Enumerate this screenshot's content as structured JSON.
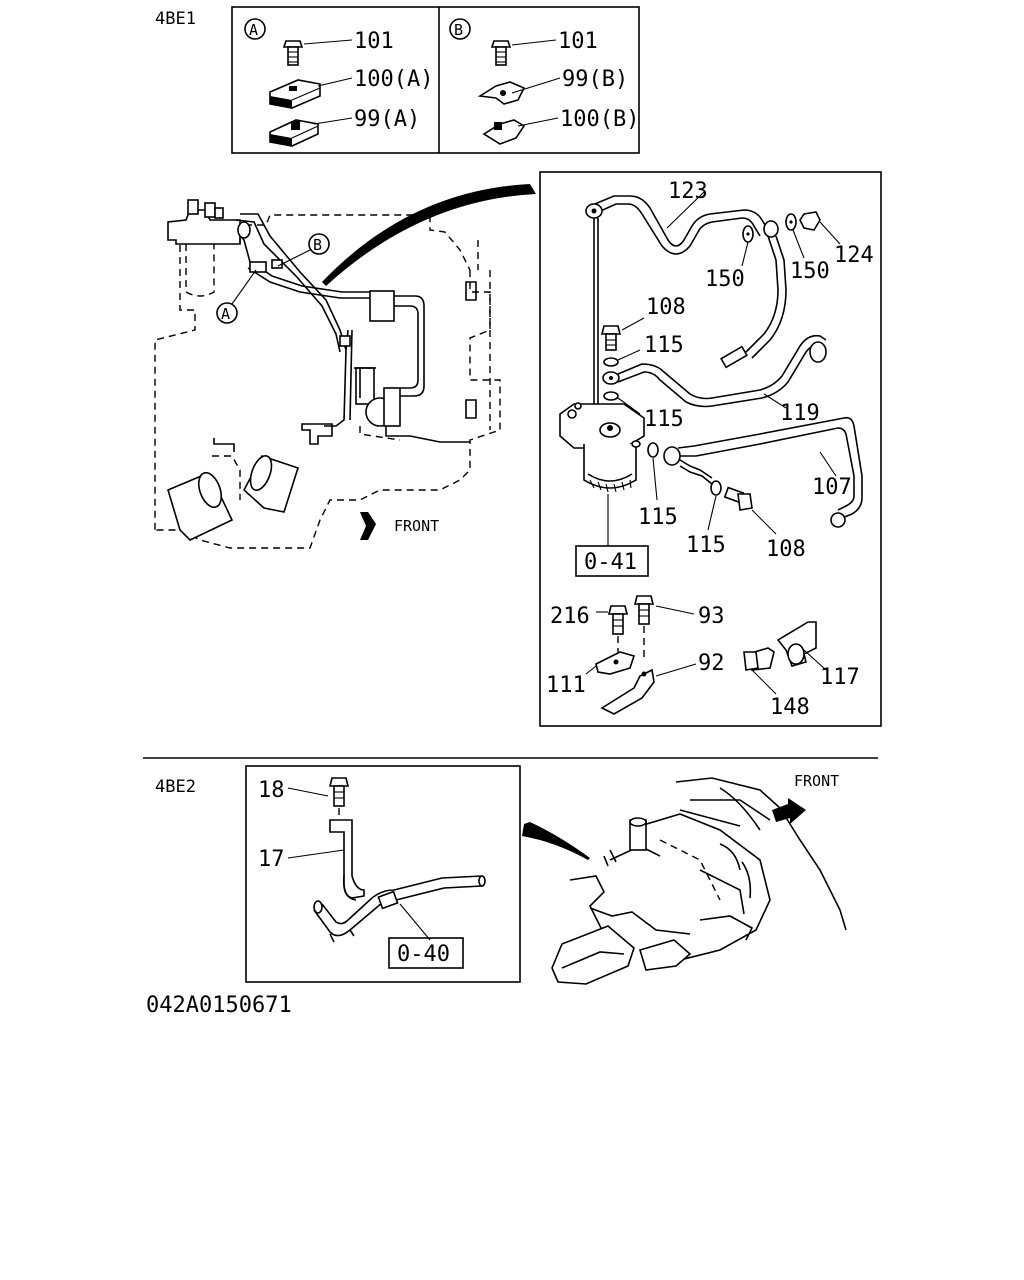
{
  "models": {
    "top": "4BE1",
    "bottom": "4BE2"
  },
  "detail_labels": {
    "a": "A",
    "b": "B"
  },
  "detail_a": {
    "bolt": "101",
    "clip": "100(A)",
    "bracket": "99(A)"
  },
  "detail_b": {
    "bolt": "101",
    "clip": "99(B)",
    "bracket": "100(B)"
  },
  "engine_top": {
    "front": "FRONT"
  },
  "filter_detail": {
    "pipe_123": "123",
    "washer_150a": "150",
    "washer_150b": "150",
    "bolt_124": "124",
    "bolt_108a": "108",
    "washer_115a": "115",
    "pipe_119": "119",
    "washer_115b": "115",
    "pipe_107": "107",
    "washer_115c": "115",
    "washer_115d": "115",
    "bolt_108b": "108",
    "ref_041": "0-41",
    "bolt_216": "216",
    "bolt_93": "93",
    "bracket_111": "111",
    "bracket_92": "92",
    "clamp_117": "117",
    "bolt_148": "148"
  },
  "bottom_detail": {
    "bolt_18": "18",
    "bracket_17": "17",
    "ref_040": "0-40"
  },
  "engine_bottom": {
    "front": "FRONT"
  },
  "drawing_number": "042A0150671"
}
